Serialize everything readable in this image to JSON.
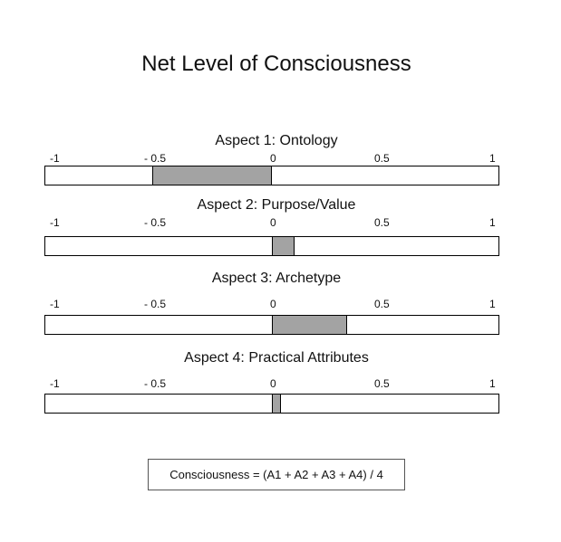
{
  "title": "Net Level of Consciousness",
  "scale_ticks": [
    "-1",
    "- 0.5",
    "0",
    "0.5",
    "1"
  ],
  "scale_range": [
    -1,
    1
  ],
  "fill_color": "#a3a3a3",
  "aspects": [
    {
      "title": "Aspect 1: Ontology",
      "range": [
        -0.53,
        0.0
      ]
    },
    {
      "title": "Aspect 2: Purpose/Value",
      "range": [
        0.0,
        0.1
      ]
    },
    {
      "title": "Aspect 3: Archetype",
      "range": [
        0.0,
        0.33
      ]
    },
    {
      "title": "Aspect 4: Practical Attributes",
      "range": [
        0.0,
        0.04
      ]
    }
  ],
  "formula": "Consciousness = (A1 + A2 + A3 + A4)  / 4"
}
